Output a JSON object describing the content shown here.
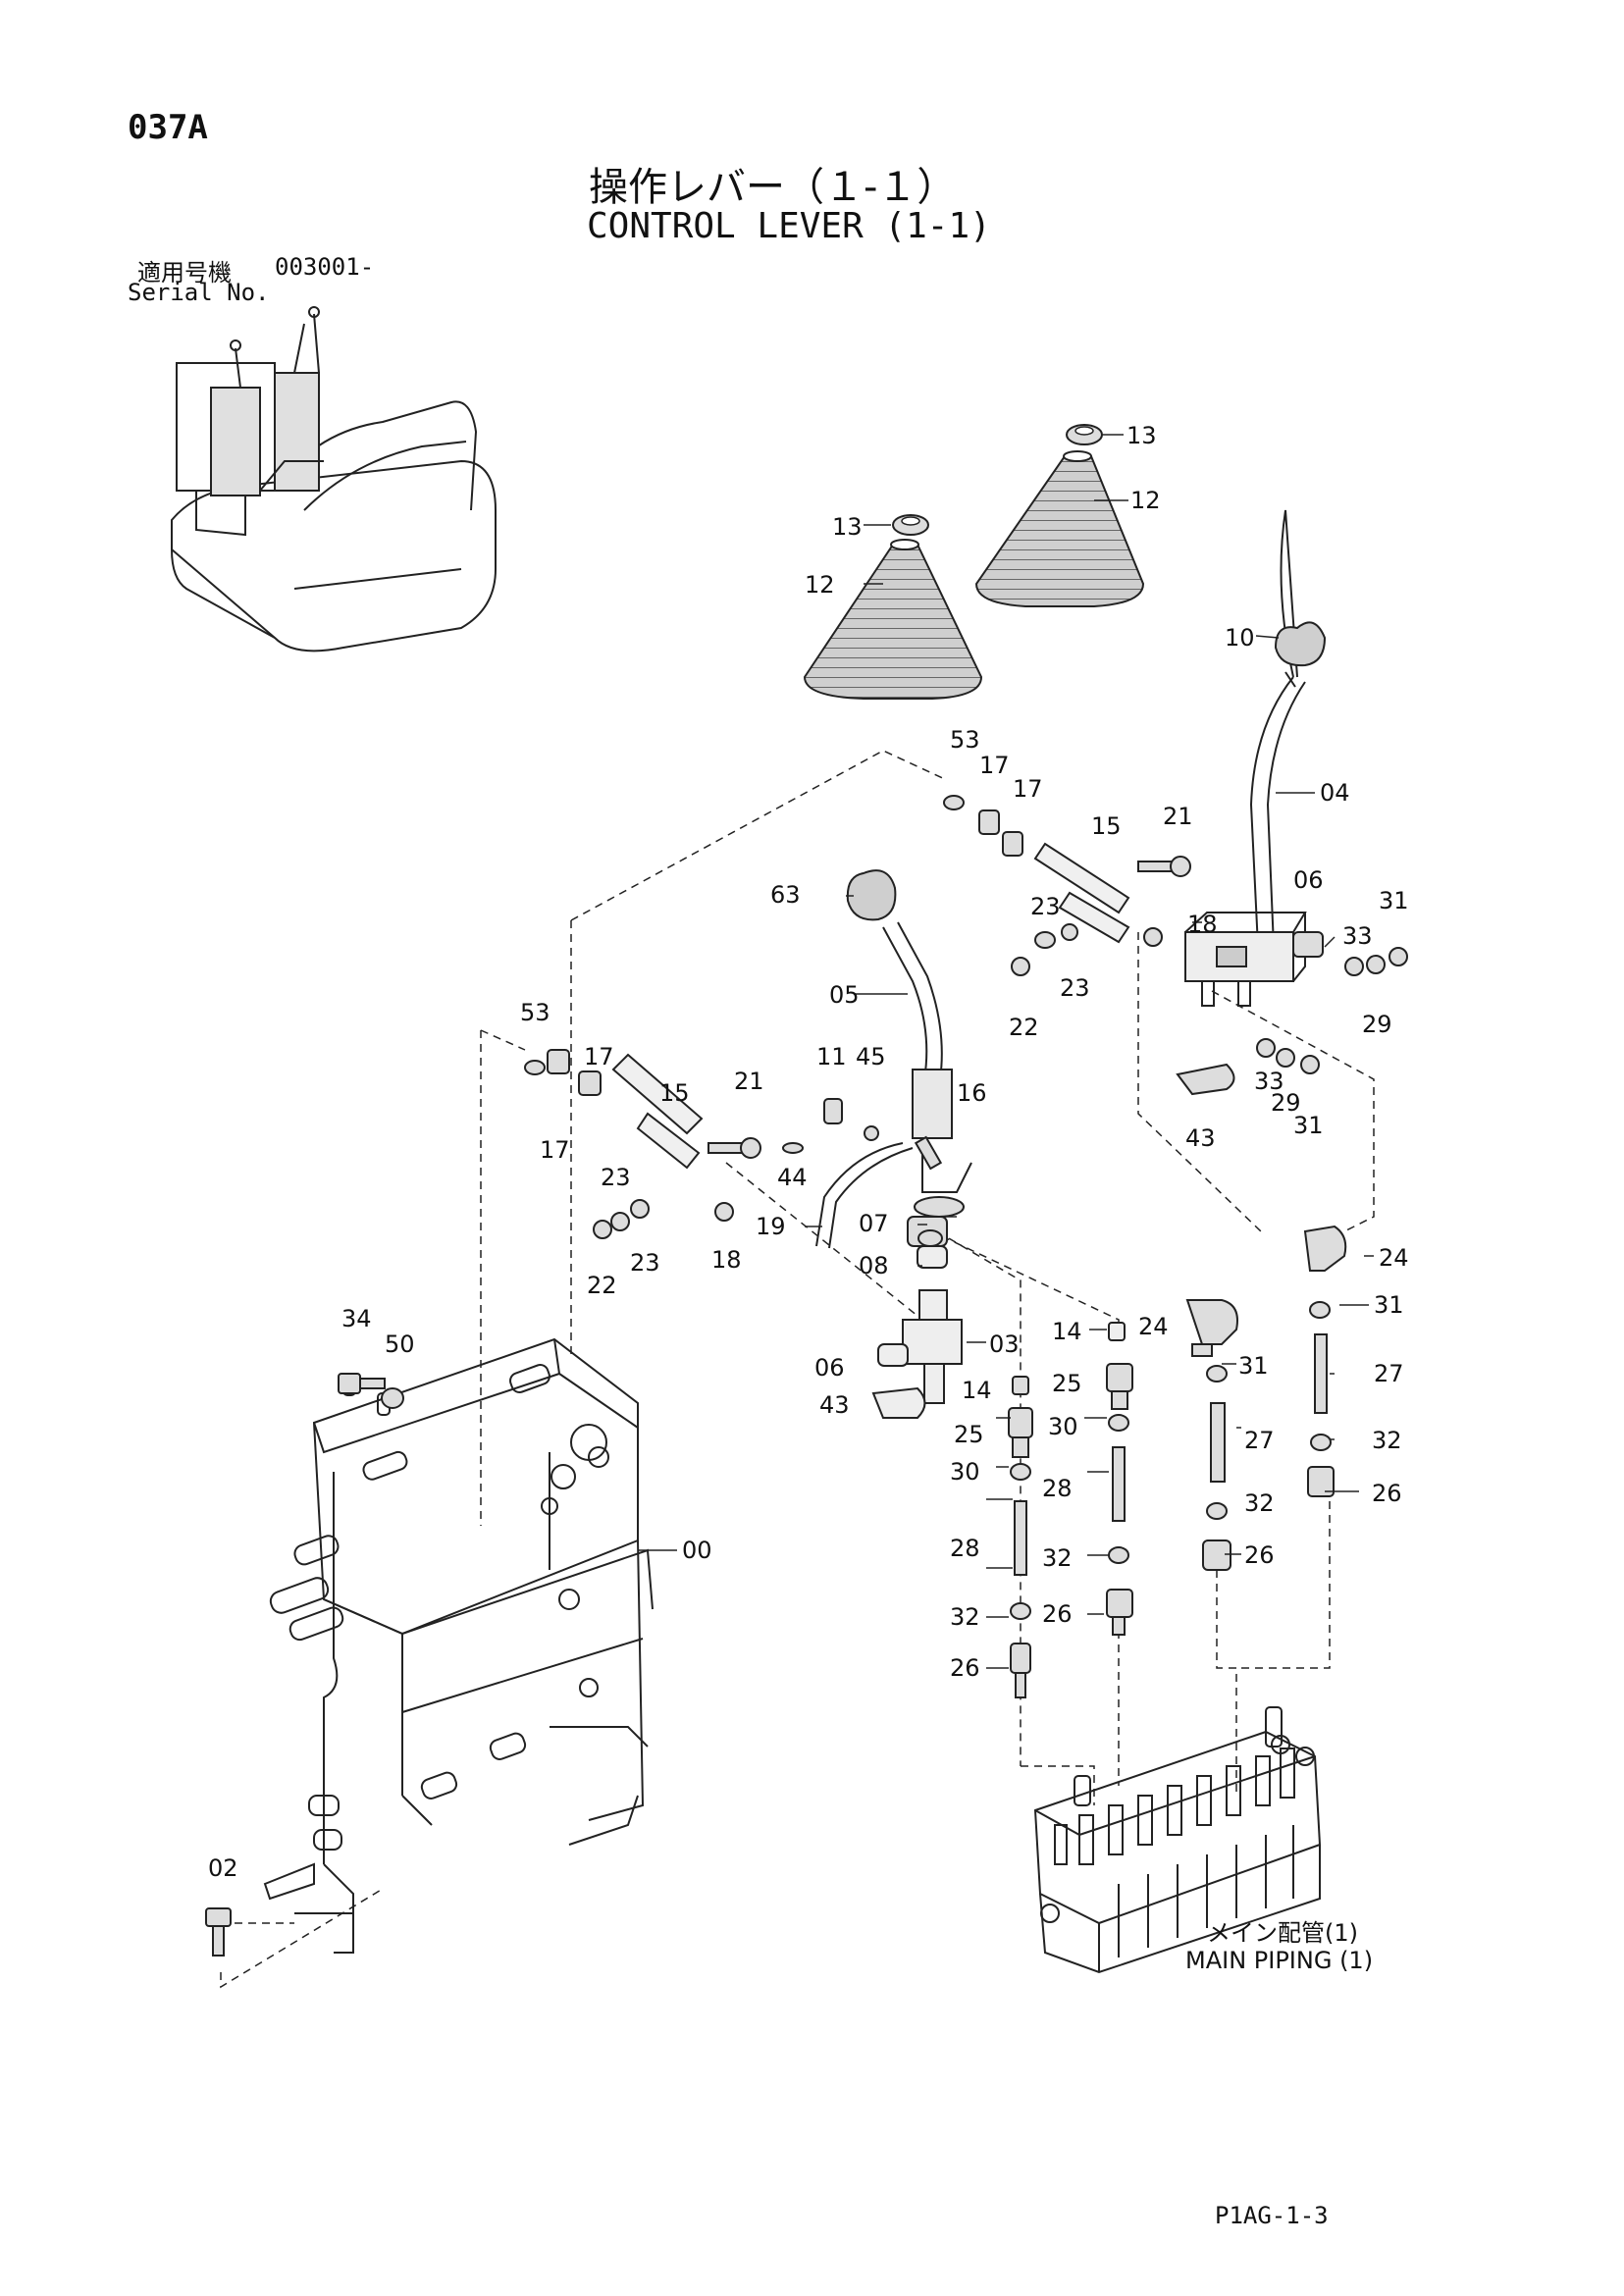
{
  "page_code": "037A",
  "title_jp": "操作レバー（１-１）",
  "title_en": "CONTROL LEVER (1-1)",
  "serial_label_jp": "適用号機",
  "serial_value": "003001-",
  "serial_label_en": "Serial No.",
  "main_piping_jp": "メイン配管(1)",
  "main_piping_en": "MAIN PIPING (1)",
  "page_ref": "P1AG-1-3",
  "callouts": [
    {
      "id": "c13a",
      "text": "13"
    },
    {
      "id": "c12a",
      "text": "12"
    },
    {
      "id": "c13b",
      "text": "13"
    },
    {
      "id": "c12b",
      "text": "12"
    },
    {
      "id": "c10",
      "text": "10"
    },
    {
      "id": "c04",
      "text": "04"
    },
    {
      "id": "c53a",
      "text": "53"
    },
    {
      "id": "c17a",
      "text": "17"
    },
    {
      "id": "c17b",
      "text": "17"
    },
    {
      "id": "c15a",
      "text": "15"
    },
    {
      "id": "c21a",
      "text": "21"
    },
    {
      "id": "c06a",
      "text": "06"
    },
    {
      "id": "c31a",
      "text": "31"
    },
    {
      "id": "c33a",
      "text": "33"
    },
    {
      "id": "c29a",
      "text": "29"
    },
    {
      "id": "c63",
      "text": "63"
    },
    {
      "id": "c23a",
      "text": "23"
    },
    {
      "id": "c18a",
      "text": "18"
    },
    {
      "id": "c23b",
      "text": "23"
    },
    {
      "id": "c22a",
      "text": "22"
    },
    {
      "id": "c05",
      "text": "05"
    },
    {
      "id": "c33b",
      "text": "33"
    },
    {
      "id": "c29b",
      "text": "29"
    },
    {
      "id": "c31b",
      "text": "31"
    },
    {
      "id": "c43a",
      "text": "43"
    },
    {
      "id": "c53b",
      "text": "53"
    },
    {
      "id": "c17c",
      "text": "17"
    },
    {
      "id": "c17d",
      "text": "17"
    },
    {
      "id": "c15b",
      "text": "15"
    },
    {
      "id": "c21b",
      "text": "21"
    },
    {
      "id": "c11",
      "text": "11"
    },
    {
      "id": "c45",
      "text": "45"
    },
    {
      "id": "c16",
      "text": "16"
    },
    {
      "id": "c44",
      "text": "44"
    },
    {
      "id": "c23c",
      "text": "23"
    },
    {
      "id": "c23d",
      "text": "23"
    },
    {
      "id": "c22b",
      "text": "22"
    },
    {
      "id": "c18b",
      "text": "18"
    },
    {
      "id": "c19",
      "text": "19"
    },
    {
      "id": "c07",
      "text": "07"
    },
    {
      "id": "c08",
      "text": "08"
    },
    {
      "id": "c24a",
      "text": "24"
    },
    {
      "id": "c31c",
      "text": "31"
    },
    {
      "id": "c34",
      "text": "34"
    },
    {
      "id": "c50",
      "text": "50"
    },
    {
      "id": "c14a",
      "text": "14"
    },
    {
      "id": "c24b",
      "text": "24"
    },
    {
      "id": "c03",
      "text": "03"
    },
    {
      "id": "c06b",
      "text": "06"
    },
    {
      "id": "c14b",
      "text": "14"
    },
    {
      "id": "c43b",
      "text": "43"
    },
    {
      "id": "c25a",
      "text": "25"
    },
    {
      "id": "c31d",
      "text": "31"
    },
    {
      "id": "c27a",
      "text": "27"
    },
    {
      "id": "c25b",
      "text": "25"
    },
    {
      "id": "c30a",
      "text": "30"
    },
    {
      "id": "c32a",
      "text": "32"
    },
    {
      "id": "c27b",
      "text": "27"
    },
    {
      "id": "c26a",
      "text": "26"
    },
    {
      "id": "c30b",
      "text": "30"
    },
    {
      "id": "c28a",
      "text": "28"
    },
    {
      "id": "c32b",
      "text": "32"
    },
    {
      "id": "c00",
      "text": "00"
    },
    {
      "id": "c28b",
      "text": "28"
    },
    {
      "id": "c32c",
      "text": "32"
    },
    {
      "id": "c26b",
      "text": "26"
    },
    {
      "id": "c32d",
      "text": "32"
    },
    {
      "id": "c26c",
      "text": "26"
    },
    {
      "id": "c26d",
      "text": "26"
    },
    {
      "id": "c02",
      "text": "02"
    }
  ]
}
